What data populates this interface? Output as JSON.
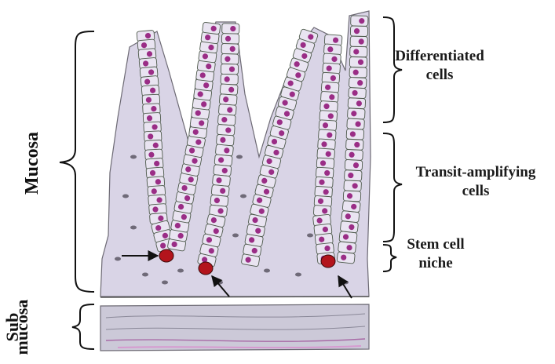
{
  "diagram": {
    "labels": {
      "mucosa": "Mucosa",
      "sub_line1": "Sub",
      "sub_line2": "mucosa",
      "differentiated_line1": "Differentiated",
      "differentiated_line2": "cells",
      "transit_line1": "Transit-amplifying",
      "transit_line2": "cells",
      "stem_line1": "Stem cell",
      "stem_line2": "niche"
    },
    "colors": {
      "lamina_propria": "#d9d4e6",
      "cell_fill": "#e9e4f1",
      "cell_outline": "#4e5a4c",
      "nucleus": "#9a2d86",
      "stem_cell": "#b3141c",
      "submucosa": "#ccc9d8",
      "submucosa_fiber": "#a86aa6",
      "bracket": "#111111"
    },
    "icons": [
      "arrow-icon",
      "bracket-icon"
    ]
  }
}
